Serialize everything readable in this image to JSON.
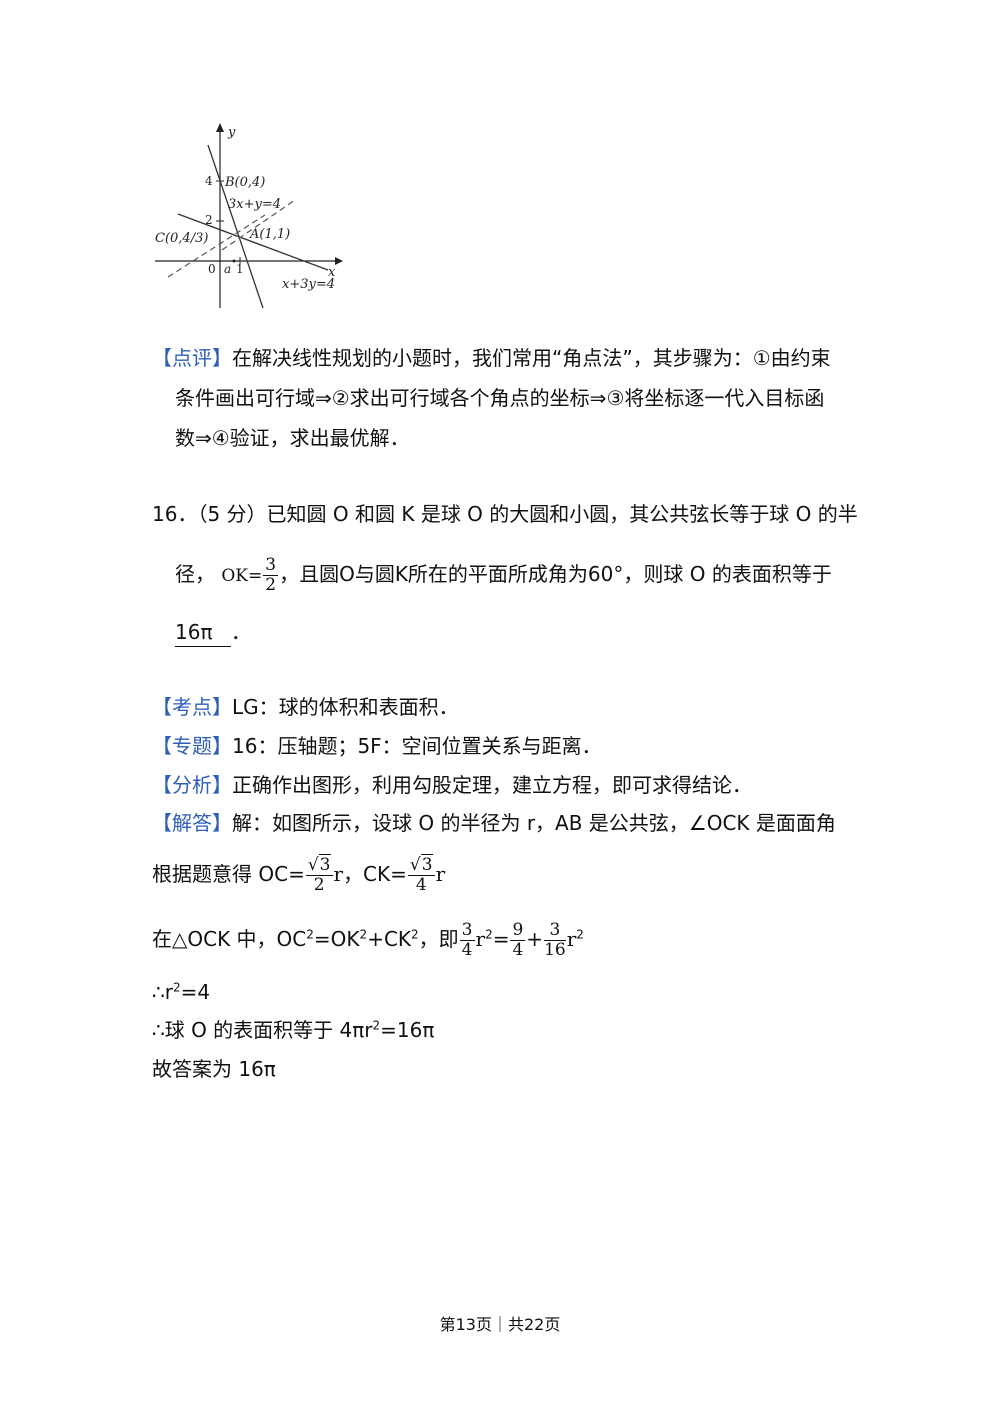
{
  "figure": {
    "y_label": "y",
    "x_label": "x",
    "tick_4": "4",
    "tick_2": "2",
    "tick_0": "0",
    "tick_a": "a",
    "tick_1": "1",
    "point_B": "B(0,4)",
    "line_1": "3x+y=4",
    "point_A": "A(1,1)",
    "point_C": "C(0,4/3)",
    "line_2": "x+3y=4"
  },
  "review": {
    "tag": "【点评】",
    "line1": "在解决线性规划的小题时，我们常用“角点法”，其步骤为：①由约束",
    "line2": "条件画出可行域⇒②求出可行域各个角点的坐标⇒③将坐标逐一代入目标函",
    "line3": "数⇒④验证，求出最优解．"
  },
  "q16": {
    "line1": "16．（5 分）已知圆 O 和圆 K 是球 O 的大圆和小圆，其公共弦长等于球 O 的半",
    "line2_pre": "径，",
    "ok_label": "OK=",
    "ok_num": "3",
    "ok_den": "2",
    "line2_post": "，且圆O与圆K所在的平面所成角为60°，则球 O 的表面积等于",
    "answer": "16π"
  },
  "kaodian": {
    "tag": "【考点】",
    "text": "LG：球的体积和表面积．"
  },
  "zhuanti": {
    "tag": "【专题】",
    "text": "16：压轴题；5F：空间位置关系与距离．"
  },
  "fenxi": {
    "tag": "【分析】",
    "text": "正确作出图形，利用勾股定理，建立方程，即可求得结论．"
  },
  "jieda": {
    "tag": "【解答】",
    "text": "解：如图所示，设球 O 的半径为 r，AB 是公共弦，∠OCK 是面面角",
    "l2_pre": "根据题意得 OC=",
    "l2_oc_num": "3",
    "l2_oc_den": "2",
    "l2_r1": "r",
    "l2_mid": "，CK=",
    "l2_ck_num": "3",
    "l2_ck_den": "4",
    "l2_r2": "r",
    "l3_pre": "在△OCK 中，OC",
    "l3_sq": "2",
    "l3_eq": "=OK",
    "l3_sq2": "2",
    "l3_plus": "+CK",
    "l3_sq3": "2",
    "l3_ji": "，即",
    "f1_num": "3",
    "f1_den": "4",
    "r_a": "r",
    "r_a_sq": "2",
    "eq": "=",
    "f2_num": "9",
    "f2_den": "4",
    "plus": "+",
    "f3_num": "3",
    "f3_den": "16",
    "r_b": "r",
    "r_b_sq": "2",
    "l4_pre": "∴r",
    "l4_sq": "2",
    "l4_post": "=4",
    "l5_pre": "∴球 O 的表面积等于 4πr",
    "l5_sq": "2",
    "l5_post": "=16π",
    "l6": "故答案为 16π"
  },
  "footer": {
    "text": "第13页｜共22页"
  }
}
